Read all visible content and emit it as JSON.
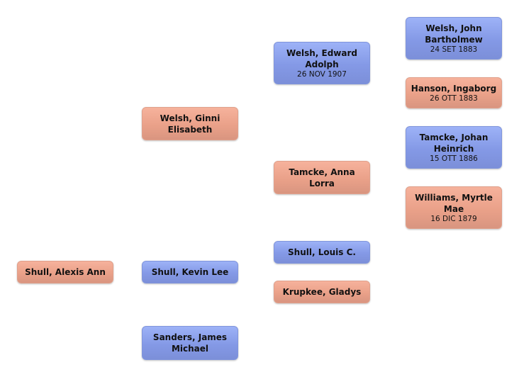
{
  "colors": {
    "male": "#8a9fe8",
    "female": "#eba28b"
  },
  "people": {
    "alexis": {
      "name": "Shull, Alexis Ann",
      "date": "",
      "sex": "female"
    },
    "ginni": {
      "name": "Welsh, Ginni Elisabeth",
      "date": "",
      "sex": "female"
    },
    "kevin": {
      "name": "Shull, Kevin Lee",
      "date": "",
      "sex": "male"
    },
    "sanders": {
      "name": "Sanders, James Michael",
      "date": "",
      "sex": "male"
    },
    "edward": {
      "name": "Welsh, Edward Adolph",
      "date": "26 NOV 1907",
      "sex": "male"
    },
    "anna": {
      "name": "Tamcke, Anna Lorra",
      "date": "",
      "sex": "female"
    },
    "louis": {
      "name": "Shull, Louis C.",
      "date": "",
      "sex": "male"
    },
    "gladys": {
      "name": "Krupkee, Gladys",
      "date": "",
      "sex": "female"
    },
    "john": {
      "name": "Welsh, John Bartholmew",
      "date": "24 SET 1883",
      "sex": "male"
    },
    "ingaborg": {
      "name": "Hanson, Ingaborg",
      "date": "26 OTT 1883",
      "sex": "female"
    },
    "johan": {
      "name": "Tamcke, Johan Heinrich",
      "date": "15 OTT 1886",
      "sex": "male"
    },
    "myrtle": {
      "name": "Williams, Myrtle Mae",
      "date": "16 DIC 1879",
      "sex": "female"
    }
  }
}
